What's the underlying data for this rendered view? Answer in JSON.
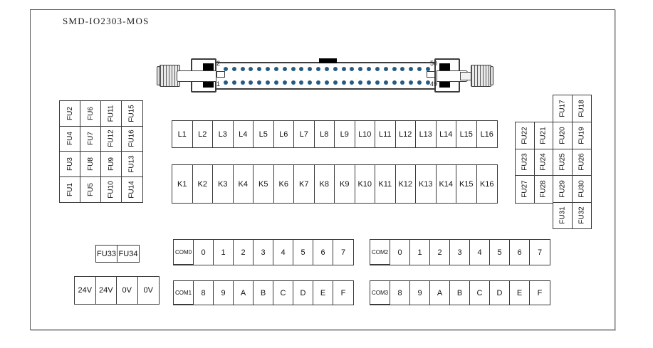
{
  "title": "SMD-IO2303-MOS",
  "colors": {
    "pin_dot": "#275a80",
    "cell_border": "#3a3a3a",
    "frame_border": "#5f5f5f"
  },
  "connector": {
    "rows": 2,
    "pins_per_row": 25,
    "pin_labels": {
      "top_left": "2",
      "bottom_left": "1",
      "top_right": "50",
      "bottom_right": "49"
    }
  },
  "fu_left": {
    "rows": [
      [
        "FU2",
        "FU6",
        "FU11",
        "FU15"
      ],
      [
        "FU4",
        "FU7",
        "FU12",
        "FU16"
      ],
      [
        "FU3",
        "FU8",
        "FU9",
        "FU13"
      ],
      [
        "FU1",
        "FU5",
        "FU10",
        "FU14"
      ]
    ]
  },
  "fu_right": {
    "top_row": [
      "FU17",
      "FU18"
    ],
    "mid_rows": [
      [
        "FU22",
        "FU21",
        "FU20",
        "FU19"
      ],
      [
        "FU23",
        "FU24",
        "FU25",
        "FU26"
      ],
      [
        "FU27",
        "FU28",
        "FU29",
        "FU30"
      ]
    ],
    "bottom_row": [
      "FU31",
      "FU32"
    ]
  },
  "l_row": [
    "L1",
    "L2",
    "L3",
    "L4",
    "L5",
    "L6",
    "L7",
    "L8",
    "L9",
    "L10",
    "L11",
    "L12",
    "L13",
    "L14",
    "L15",
    "L16"
  ],
  "k_row": [
    "K1",
    "K2",
    "K3",
    "K4",
    "K5",
    "K6",
    "K7",
    "K8",
    "K9",
    "K10",
    "K11",
    "K12",
    "K13",
    "K14",
    "K15",
    "K16"
  ],
  "com_groups": [
    {
      "label": "COM0",
      "cells": [
        "0",
        "1",
        "2",
        "3",
        "4",
        "5",
        "6",
        "7"
      ]
    },
    {
      "label": "COM1",
      "cells": [
        "8",
        "9",
        "A",
        "B",
        "C",
        "D",
        "E",
        "F"
      ]
    },
    {
      "label": "COM2",
      "cells": [
        "0",
        "1",
        "2",
        "3",
        "4",
        "5",
        "6",
        "7"
      ]
    },
    {
      "label": "COM3",
      "cells": [
        "8",
        "9",
        "A",
        "B",
        "C",
        "D",
        "E",
        "F"
      ]
    }
  ],
  "fuse_pair": [
    "FU33",
    "FU34"
  ],
  "power_row": [
    "24V",
    "24V",
    "0V",
    "0V"
  ]
}
